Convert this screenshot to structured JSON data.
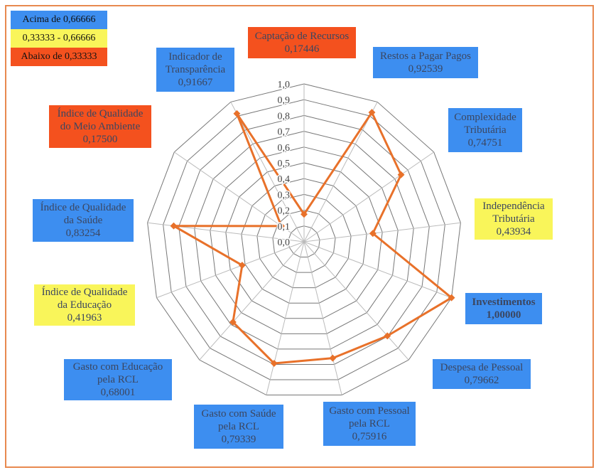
{
  "legend": [
    {
      "label": "Acima de 0,66666",
      "color": "#3d8ef0"
    },
    {
      "label": "0,33333 - 0,66666",
      "color": "#f9f55a"
    },
    {
      "label": "Abaixo de 0,33333",
      "color": "#f4511e"
    }
  ],
  "chart_data": {
    "type": "radar",
    "axis_range": [
      0,
      1
    ],
    "ticks": [
      "0,0",
      "0,1",
      "0,2",
      "0,3",
      "0,4",
      "0,5",
      "0,6",
      "0,7",
      "0,8",
      "0,9",
      "1,0"
    ],
    "series_color": "#e8712a",
    "categories": [
      {
        "name": [
          "Captação de Recursos"
        ],
        "value": 0.17446,
        "value_label": "0,17446",
        "band": "red"
      },
      {
        "name": [
          "Restos a Pagar Pagos"
        ],
        "value": 0.92539,
        "value_label": "0,92539",
        "band": "blue"
      },
      {
        "name": [
          "Complexidade",
          "Tributária"
        ],
        "value": 0.74751,
        "value_label": "0,74751",
        "band": "blue"
      },
      {
        "name": [
          "Independência",
          "Tributária"
        ],
        "value": 0.43934,
        "value_label": "0,43934",
        "band": "yellow"
      },
      {
        "name": [
          "Investimentos"
        ],
        "value": 1.0,
        "value_label": "1,00000",
        "band": "blue",
        "bold": true
      },
      {
        "name": [
          "Despesa de Pessoal"
        ],
        "value": 0.79662,
        "value_label": "0,79662",
        "band": "blue"
      },
      {
        "name": [
          "Gasto com Pessoal",
          "pela RCL"
        ],
        "value": 0.75916,
        "value_label": "0,75916",
        "band": "blue"
      },
      {
        "name": [
          "Gasto com Saúde",
          "pela RCL"
        ],
        "value": 0.79339,
        "value_label": "0,79339",
        "band": "blue"
      },
      {
        "name": [
          "Gasto com Educação",
          "pela RCL"
        ],
        "value": 0.68001,
        "value_label": "0,68001",
        "band": "blue"
      },
      {
        "name": [
          "Índice de Qualidade",
          "da Educação"
        ],
        "value": 0.41963,
        "value_label": "0,41963",
        "band": "yellow"
      },
      {
        "name": [
          "Índice de Qualidade",
          "da Saúde"
        ],
        "value": 0.83254,
        "value_label": "0,83254",
        "band": "blue"
      },
      {
        "name": [
          "Índice de Qualidade",
          "do Meio Ambiente"
        ],
        "value": 0.175,
        "value_label": "0,17500",
        "band": "red"
      },
      {
        "name": [
          "Indicador de",
          "Transparência"
        ],
        "value": 0.91667,
        "value_label": "0,91667",
        "band": "blue"
      }
    ]
  }
}
